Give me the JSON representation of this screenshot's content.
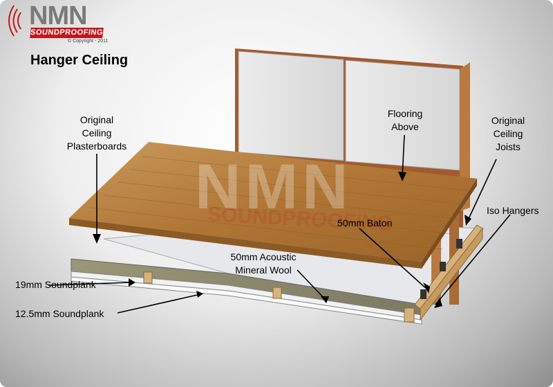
{
  "title": "Hanger Ceiling",
  "logo": {
    "letters": "NMN",
    "band": "SOUNDPROOFING",
    "copyright": "© Copyright - 2011"
  },
  "watermark": {
    "letters": "NMN",
    "band": "SOUNDPROOFING"
  },
  "labels": {
    "original_plasterboards": [
      "Original",
      "Ceiling",
      "Plasterboards"
    ],
    "flooring_above": [
      "Flooring",
      "Above"
    ],
    "original_joists": [
      "Original",
      "Ceiling",
      "Joists"
    ],
    "iso_hangers": "Iso Hangers",
    "baton": "50mm Baton",
    "mineral_wool": [
      "50mm Acoustic",
      "Mineral Wool"
    ],
    "soundplank_19": "19mm Soundplank",
    "soundplank_125": "12.5mm Soundplank"
  },
  "colors": {
    "wood": "#b57a3e",
    "plasterboard": "#e4e6ea",
    "mineral_wool": "#8e8a6e",
    "baton": "#d7b27c",
    "logo_red": "#c4161c"
  }
}
